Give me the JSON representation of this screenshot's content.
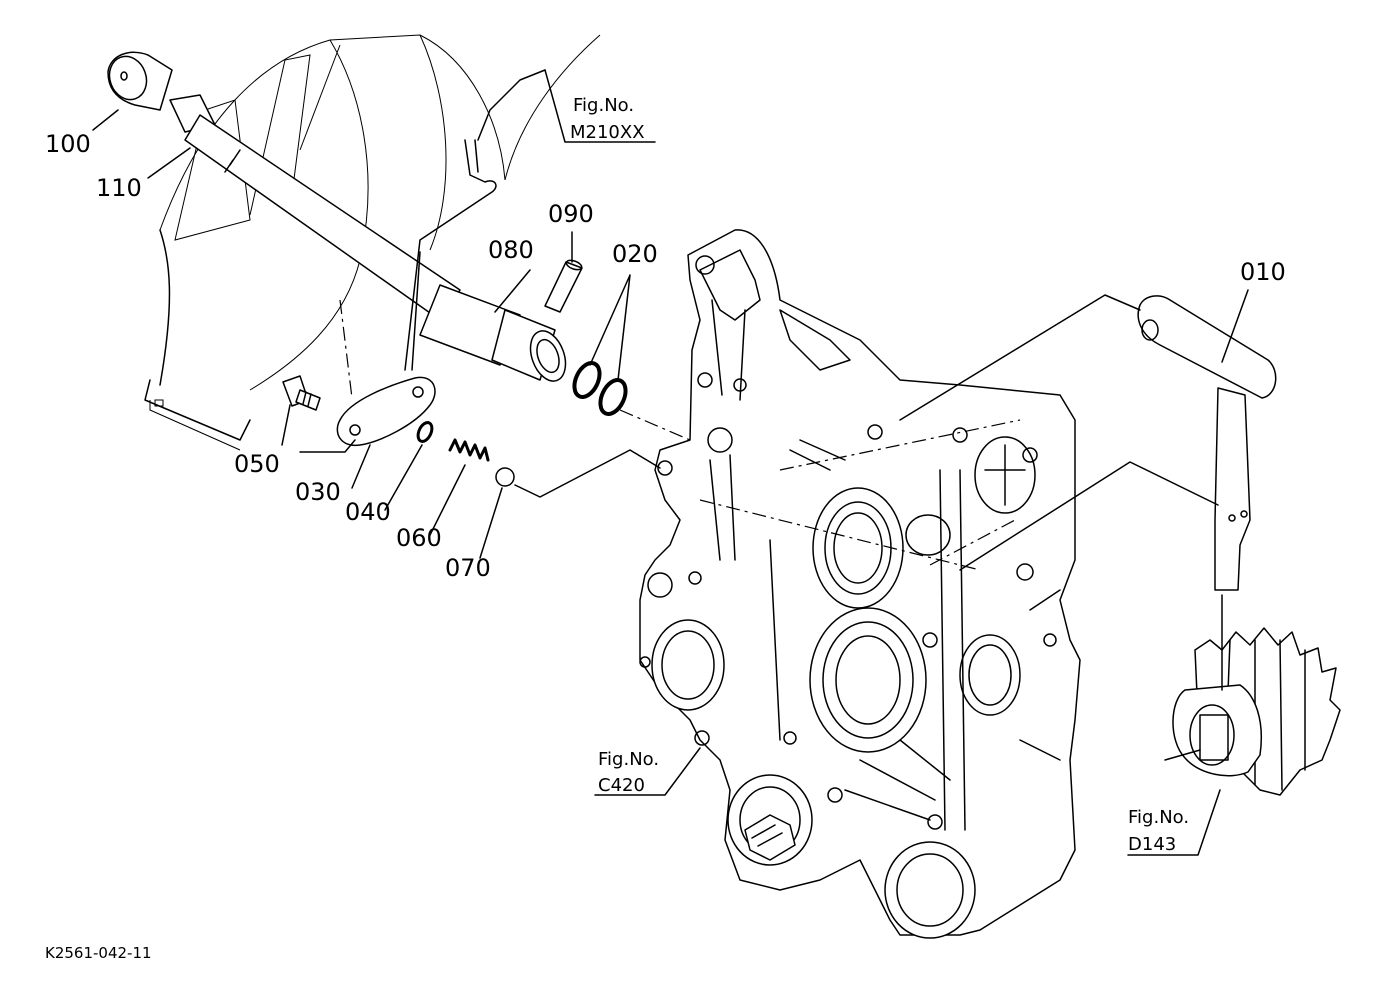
{
  "parts": [
    {
      "number": "100"
    },
    {
      "number": "110"
    },
    {
      "number": "080"
    },
    {
      "number": "090"
    },
    {
      "number": "020"
    },
    {
      "number": "010"
    },
    {
      "number": "050"
    },
    {
      "number": "030"
    },
    {
      "number": "040"
    },
    {
      "number": "060"
    },
    {
      "number": "070"
    }
  ],
  "figure_refs": [
    {
      "title": "Fig.No.",
      "code": "M210XX"
    },
    {
      "title": "Fig.No.",
      "code": "C420"
    },
    {
      "title": "Fig.No.",
      "code": "D143"
    }
  ],
  "drawing_code": "K2561-042-11"
}
